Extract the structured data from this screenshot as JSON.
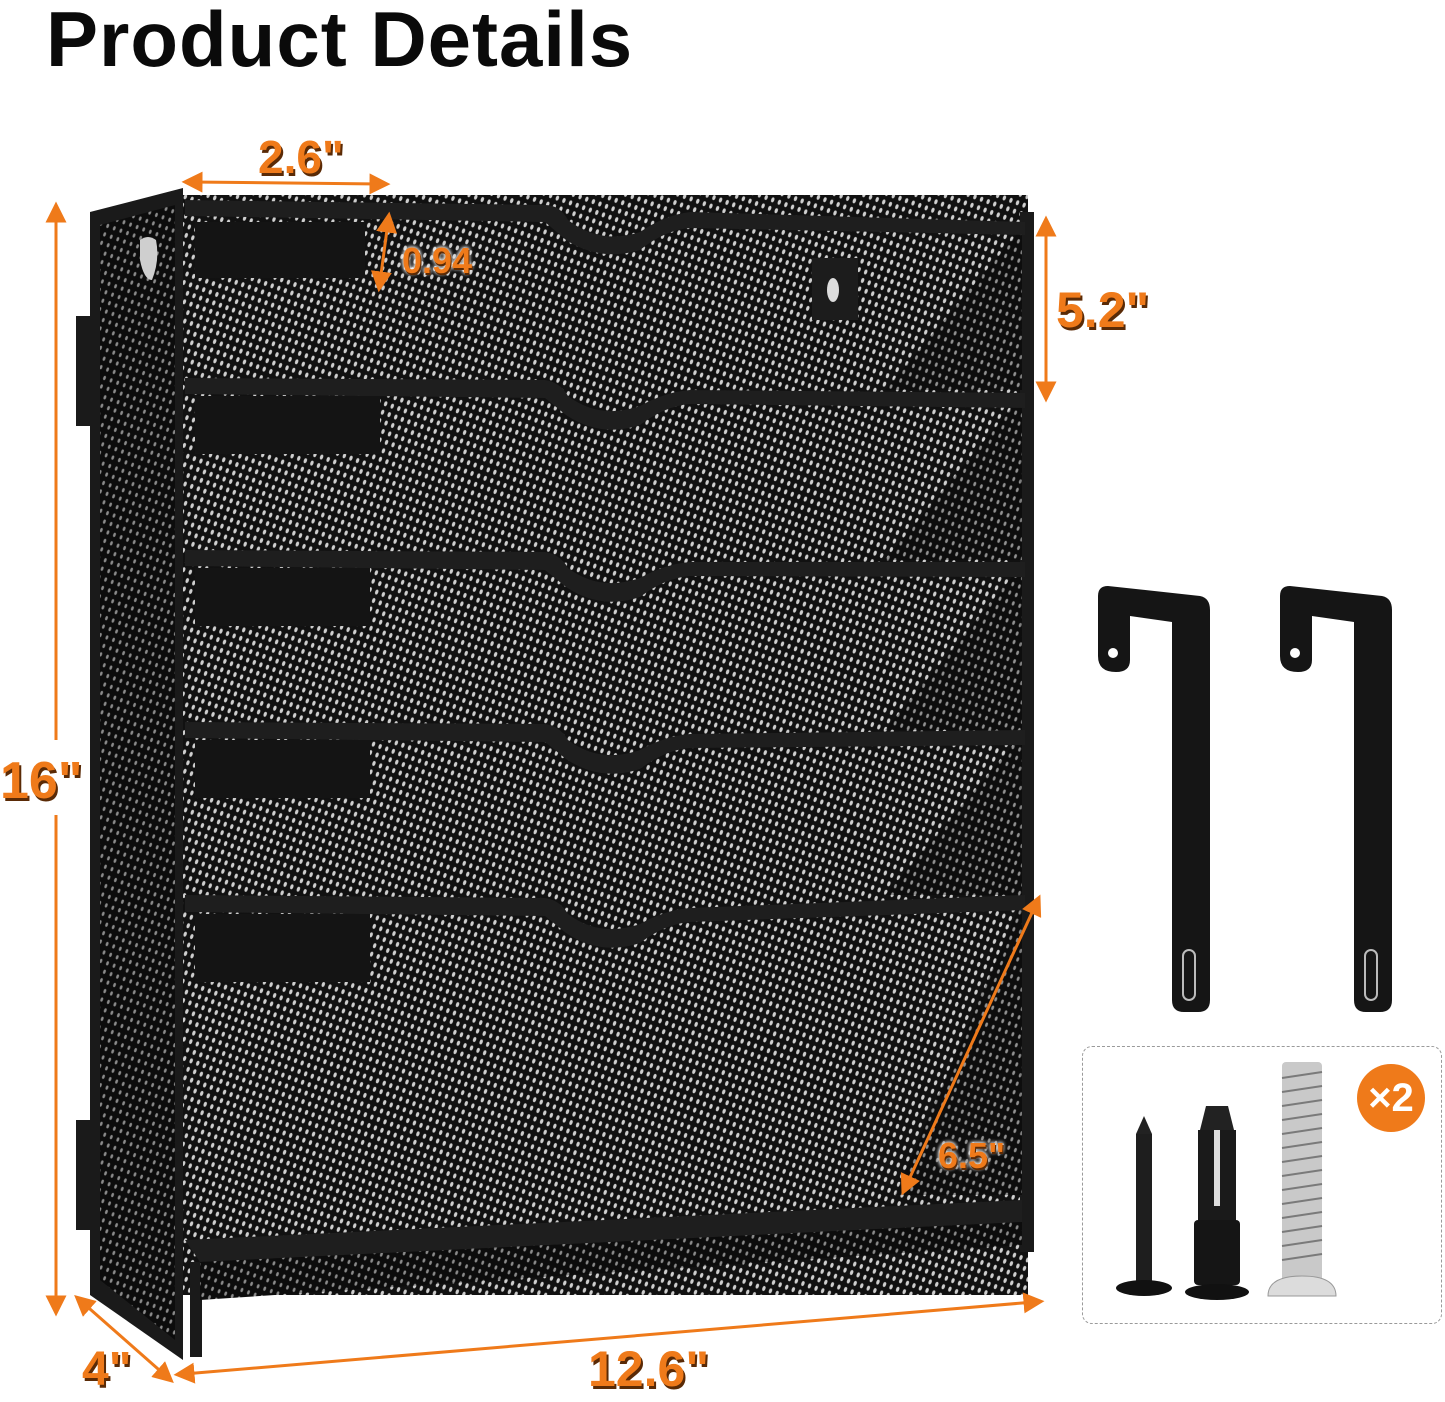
{
  "page": {
    "title": "Product Details"
  },
  "product": {
    "name": "5-tier wall-mount mesh file organizer",
    "color": "#141414",
    "tiers": 5
  },
  "dimensions": {
    "pocket_depth": "2.6\"",
    "lip_height": "0.94",
    "tier_spacing": "5.2\"",
    "height": "16\"",
    "depth": "4\"",
    "width": "12.6\"",
    "pocket_height": "6.5\""
  },
  "accessories": {
    "hooks_count": 2,
    "hardware": [
      "self-tapping screw",
      "wall anchor",
      "machine bolt"
    ],
    "quantity_badge": "×2"
  },
  "colors": {
    "accent": "#ef7a1a",
    "text": "#0a0a0a",
    "metal": "#141414"
  }
}
